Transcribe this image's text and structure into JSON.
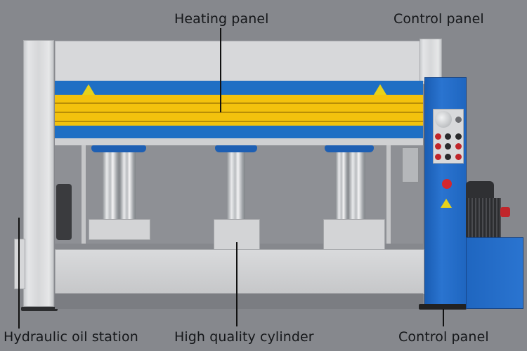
{
  "labels": {
    "heating_panel": "Heating panel",
    "control_panel_top": "Control panel",
    "hydraulic_oil_station": "Hydraulic oil station",
    "high_quality_cylinder": "High quality cylinder",
    "control_panel_bottom": "Control panel"
  },
  "colors": {
    "background": "#86888d",
    "frame": "#d7d8da",
    "heating_blue": "#1f6fc4",
    "heating_yellow": "#f3c20d",
    "control_blue": "#2a74d0",
    "button_red": "#c0262b",
    "cylinder_cap_blue": "#1e5fb3"
  },
  "control_panel": {
    "buttons": [
      [
        "red",
        "black",
        "black"
      ],
      [
        "red",
        "black",
        "red"
      ],
      [
        "red",
        "black",
        "red"
      ]
    ]
  }
}
